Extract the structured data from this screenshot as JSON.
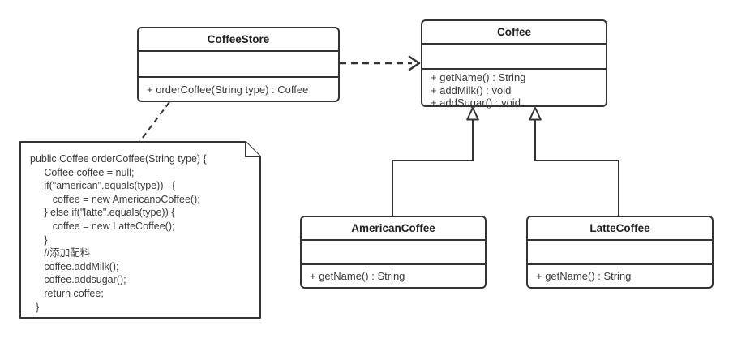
{
  "diagram": {
    "classes": {
      "coffeeStore": {
        "name": "CoffeeStore",
        "attributes": [],
        "methods": [
          "+ orderCoffee(String type) : Coffee"
        ]
      },
      "coffee": {
        "name": "Coffee",
        "attributes": [],
        "methods": [
          "+ getName() : String",
          "+ addMilk() : void",
          "+ addSugar() : void"
        ]
      },
      "americanCoffee": {
        "name": "AmericanCoffee",
        "attributes": [],
        "methods": [
          "+ getName() : String"
        ]
      },
      "latteCoffee": {
        "name": "LatteCoffee",
        "attributes": [],
        "methods": [
          "+ getName() : String"
        ]
      }
    },
    "note": {
      "code_lines": [
        "public Coffee orderCoffee(String type) {",
        "     Coffee coffee = null;",
        "     if(\"american\".equals(type))   {",
        "        coffee = new AmericanoCoffee();",
        "     } else if(\"latte\".equals(type)) {",
        "        coffee = new LatteCoffee();",
        "     }",
        "     //添加配料",
        "     coffee.addMilk();",
        "     coffee.addsugar();",
        "     return coffee;",
        "  }"
      ]
    },
    "relationships": [
      {
        "type": "dependency",
        "from": "CoffeeStore",
        "to": "Coffee",
        "line": "dashed",
        "arrowhead": "open"
      },
      {
        "type": "generalization",
        "from": "AmericanCoffee",
        "to": "Coffee",
        "line": "solid",
        "arrowhead": "hollow-triangle"
      },
      {
        "type": "generalization",
        "from": "LatteCoffee",
        "to": "Coffee",
        "line": "solid",
        "arrowhead": "hollow-triangle"
      },
      {
        "type": "note-anchor",
        "from": "note",
        "to": "CoffeeStore",
        "line": "dashed",
        "arrowhead": "none"
      }
    ],
    "colors": {
      "stroke": "#333333",
      "title_text": "#1f1f1f",
      "body_text": "#3a3a3a",
      "background": "#ffffff"
    }
  }
}
